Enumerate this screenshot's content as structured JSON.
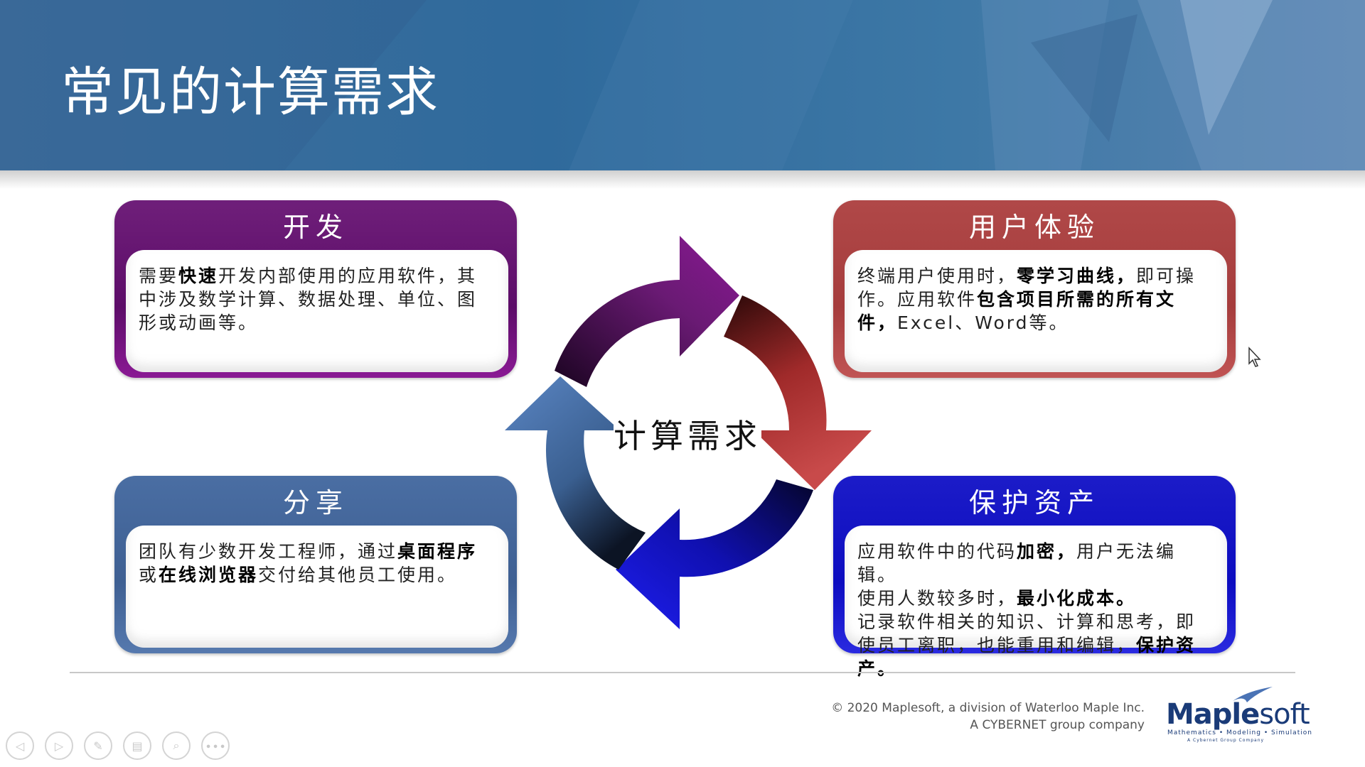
{
  "slide": {
    "title": "常见的计算需求",
    "center_label": "计算需求"
  },
  "cards": {
    "dev": {
      "title": "开发",
      "body": [
        {
          "t": "需要"
        },
        {
          "t": "快速",
          "b": true
        },
        {
          "t": "开发内部使用的应用软件，其中涉及数学计算、数据处理、单位、图形或动画等。"
        }
      ]
    },
    "ux": {
      "title": "用户体验",
      "body": [
        {
          "t": "终端用户使用时，"
        },
        {
          "t": "零学习曲线，",
          "b": true
        },
        {
          "t": "即可操作。应用软件"
        },
        {
          "t": "包含项目所需的所有文件，",
          "b": true
        },
        {
          "t": "Excel、Word等。"
        }
      ]
    },
    "share": {
      "title": "分享",
      "body": [
        {
          "t": "团队有少数开发工程师，通过"
        },
        {
          "t": "桌面程序",
          "b": true
        },
        {
          "t": "或"
        },
        {
          "t": "在线浏览器",
          "b": true
        },
        {
          "t": "交付给其他员工使用。"
        }
      ]
    },
    "protect": {
      "title": "保护资产",
      "body": [
        {
          "t": "应用软件中的代码"
        },
        {
          "t": "加密，",
          "b": true
        },
        {
          "t": "用户无法编辑。"
        },
        {
          "br": true
        },
        {
          "t": "使用人数较多时，"
        },
        {
          "t": "最小化成本。",
          "b": true
        },
        {
          "br": true
        },
        {
          "t": "记录软件相关的知识、计算和思考，即使员工离职，也能重用和编辑，"
        },
        {
          "t": "保护资产。",
          "b": true
        }
      ]
    }
  },
  "footer": {
    "copyright_line1": "© 2020 Maplesoft, a division of Waterloo Maple Inc.",
    "copyright_line2": "A CYBERNET group company",
    "logo_main": "Maple",
    "logo_soft": "soft",
    "logo_tagline": "Mathematics • Modeling • Simulation",
    "logo_tagline2": "A Cybernet Group Company"
  },
  "player_controls": [
    {
      "name": "prev-slide-icon",
      "glyph": "◁"
    },
    {
      "name": "next-slide-icon",
      "glyph": "▷"
    },
    {
      "name": "pen-icon",
      "glyph": "✎"
    },
    {
      "name": "slides-grid-icon",
      "glyph": "▤"
    },
    {
      "name": "zoom-icon",
      "glyph": "⌕"
    },
    {
      "name": "more-options-icon",
      "glyph": "∙∙∙"
    }
  ],
  "colors": {
    "banner": "#3f6f9d",
    "dev": "#6f1f7a",
    "ux": "#b04848",
    "share": "#4a6ea3",
    "protect": "#1c1cc8",
    "logo": "#1a3b78"
  }
}
